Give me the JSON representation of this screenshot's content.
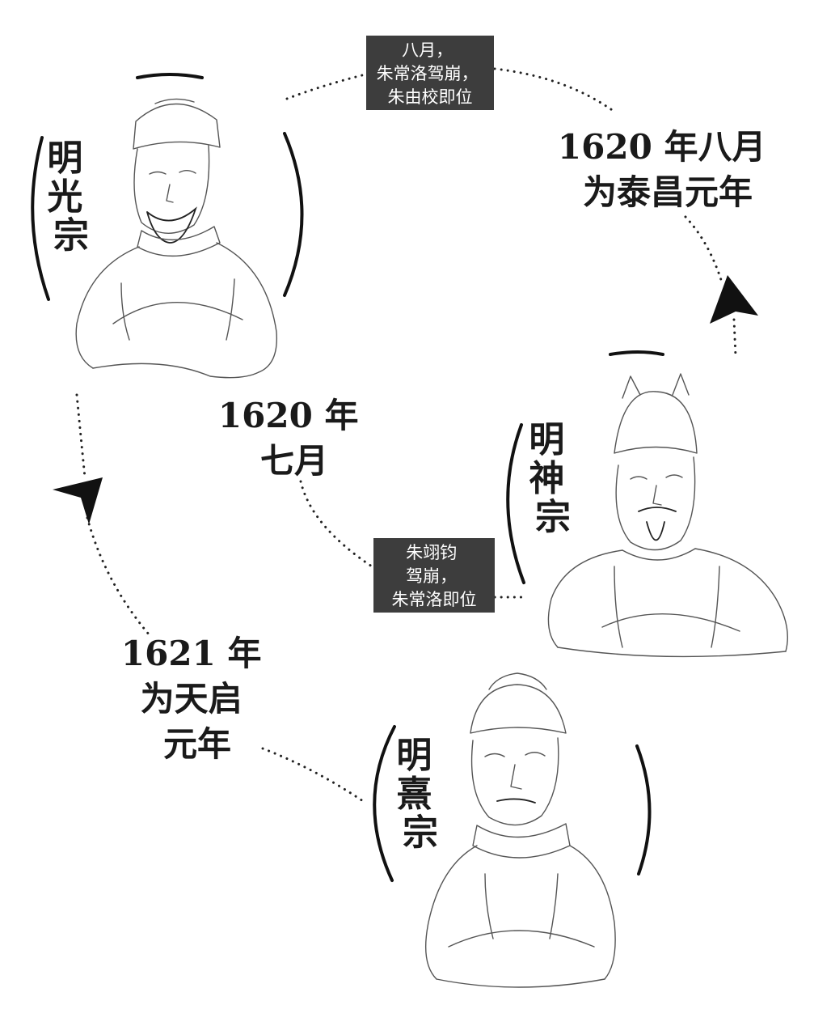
{
  "emperors": {
    "guangzong": "明光宗",
    "shenzong": "明神宗",
    "xizong": "明熹宗"
  },
  "labels": {
    "taichang_year": [
      "1620 年八月",
      "为泰昌元年"
    ],
    "july_1620": [
      "1620 年",
      "七月"
    ],
    "tianqi_year": [
      "1621 年",
      "为天启",
      "元年"
    ]
  },
  "events": {
    "august_succession": [
      "八月，",
      "朱常洛驾崩，",
      "朱由校即位"
    ],
    "wanli_death": [
      "朱翊钧",
      "驾崩，",
      "朱常洛即位"
    ]
  },
  "colors": {
    "event_box": "#3d3d3d",
    "text": "#1a1a1a",
    "sketch": "#555555"
  }
}
